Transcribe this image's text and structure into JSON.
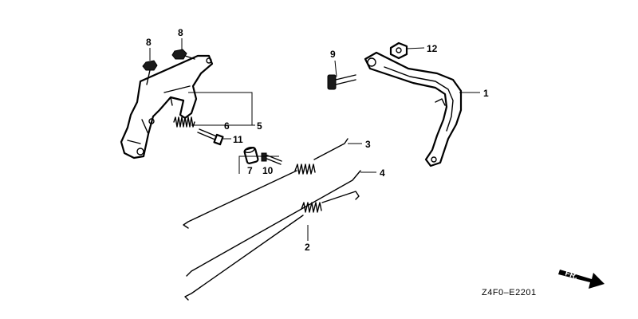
{
  "callouts": {
    "c1": "1",
    "c2": "2",
    "c3": "3",
    "c4": "4",
    "c5": "5",
    "c6": "6",
    "c7": "7",
    "c8a": "8",
    "c8b": "8",
    "c9": "9",
    "c10": "10",
    "c11": "11",
    "c12": "12"
  },
  "diagram_code": "Z4F0–E2201",
  "direction_label": "FR."
}
